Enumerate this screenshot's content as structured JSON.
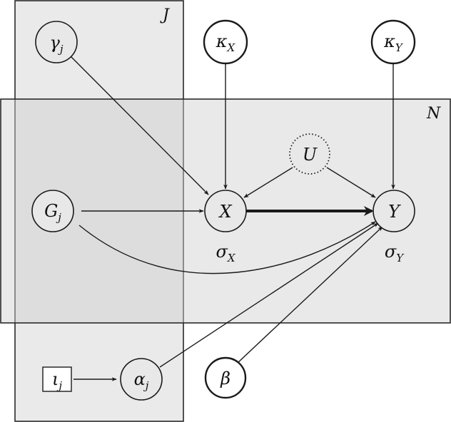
{
  "plates": {
    "J": "J",
    "N": "N"
  },
  "nodes": {
    "gamma": {
      "main": "γ",
      "sub": "j"
    },
    "G": {
      "main": "G",
      "sub": "j"
    },
    "iota": {
      "main": "ι",
      "sub": "j"
    },
    "alpha": {
      "main": "α",
      "sub": "j"
    },
    "kappaX": {
      "main": "κ",
      "sub": "X"
    },
    "kappaY": {
      "main": "κ",
      "sub": "Y"
    },
    "U": {
      "main": "U"
    },
    "X": {
      "main": "X"
    },
    "Y": {
      "main": "Y"
    },
    "beta": {
      "main": "β"
    }
  },
  "annotations": {
    "sigmaX": {
      "main": "σ",
      "sub": "X"
    },
    "sigmaY": {
      "main": "σ",
      "sub": "Y"
    }
  }
}
